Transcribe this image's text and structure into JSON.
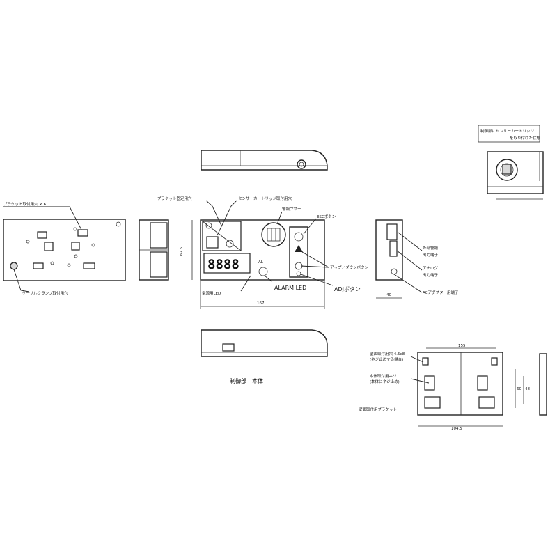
{
  "labels": {
    "bracket_holes": "ブラケット取付用穴 × 6",
    "cable_clamp_holes": "ケーブルクランプ取付用穴",
    "bracket_fix_holes": "ブラケット固定用穴",
    "sensor_cartridge_holes": "センサーカートリッジ取付用穴",
    "alarm_buzzer": "警報ブザー",
    "esc_button": "ESCボタン",
    "up_down_button": "アップ／ダウンボタン",
    "alarm_led": "ALARM LED",
    "adj_button": "ADJボタン",
    "power_led": "電源用LED",
    "outer_alarm": "外部警報",
    "output_terminal": "出力端子",
    "analog": "アナログ",
    "output_terminal_2": "出力端子",
    "ac_adapter": "ACアダプター用端子",
    "detail_note_1": "制御部にセンサーカートリッジ",
    "detail_note_2": "を取り付けた状態",
    "dim_width": "167",
    "dim_height": "62.5",
    "dim_depth": "40",
    "title": "制御部　本体",
    "bracket_title": "壁面取付用ブラケット",
    "bracket_note_1": "壁面取付用穴 4.5x8",
    "bracket_note_2": "(ネジ止めする場合)",
    "bracket_note_3": "本体取付用ネジ",
    "bracket_note_4": "(本体にネジ止め)",
    "bracket_dim_top": "155",
    "bracket_dim_bottom": "104.5",
    "bracket_dim_right": "60",
    "bracket_dim_right2": "48",
    "display_value": "8888",
    "panel_brand": "AL"
  }
}
